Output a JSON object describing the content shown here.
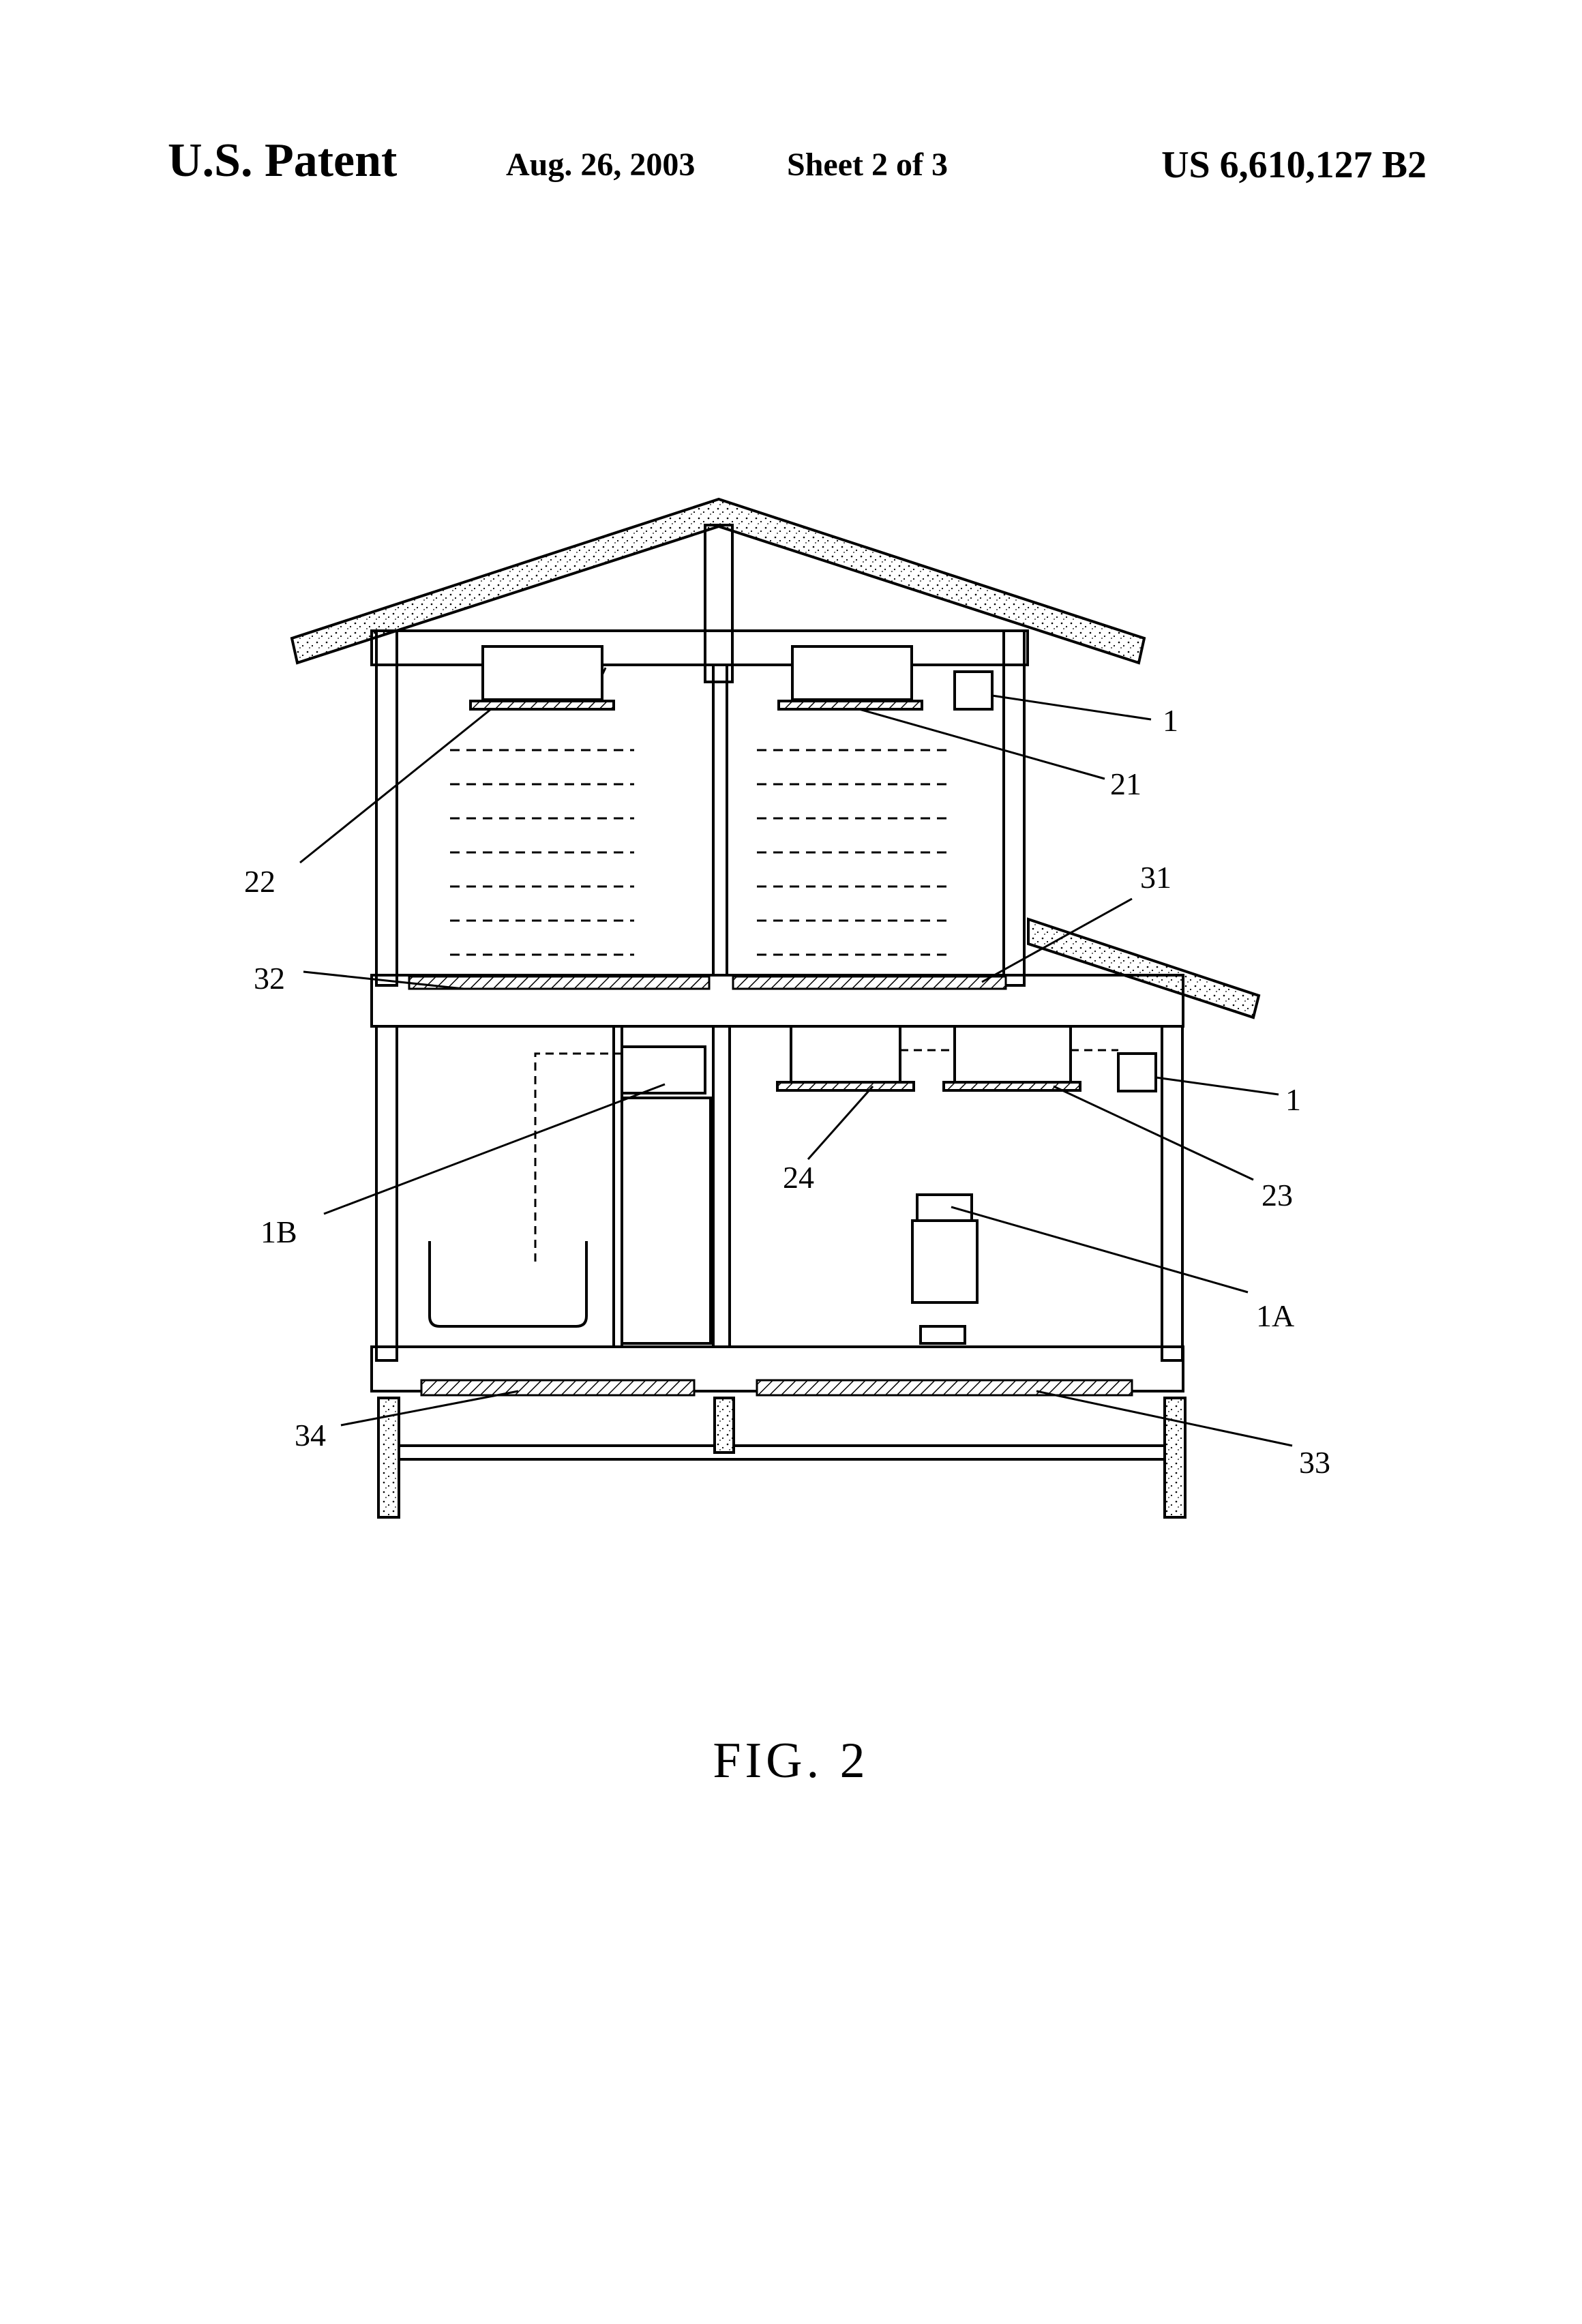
{
  "header": {
    "publication": "U.S. Patent",
    "date": "Aug. 26, 2003",
    "sheet": "Sheet 2 of 3",
    "patent_number": "US 6,610,127 B2"
  },
  "figure": {
    "caption": "FIG.  2",
    "reference_numerals": [
      "1",
      "21",
      "22",
      "31",
      "32",
      "1",
      "24",
      "23",
      "1B",
      "1A",
      "34",
      "33"
    ]
  }
}
